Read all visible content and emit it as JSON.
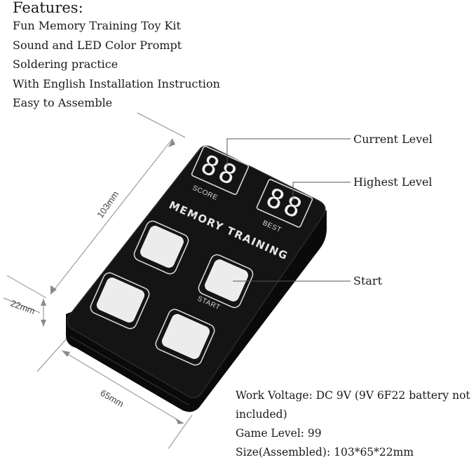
{
  "features": {
    "title": "Features:",
    "items": [
      "Fun Memory Training Toy Kit",
      "Sound and LED Color Prompt",
      "Soldering practice",
      "With English Installation Instruction",
      "Easy to Assemble"
    ]
  },
  "callouts": {
    "current_level": "Current Level",
    "highest_level": "Highest Level",
    "start": "Start"
  },
  "dimensions": {
    "height": "103mm",
    "depth": "22mm",
    "width": "65mm"
  },
  "device": {
    "score_label": "SCORE",
    "best_label": "BEST",
    "score_digits": "88",
    "best_digits": "88",
    "title": "MEMORY TRAINING",
    "start_label": "START"
  },
  "specs": {
    "work_voltage": "Work Voltage: DC 9V (9V 6F22 battery not included)",
    "game_level": "Game Level: 99",
    "size": "Size(Assembled): 103*65*22mm"
  },
  "colors": {
    "device_body": "#141414",
    "button": "#ececec",
    "outline": "#dddddd",
    "text": "#1a1a1a"
  }
}
